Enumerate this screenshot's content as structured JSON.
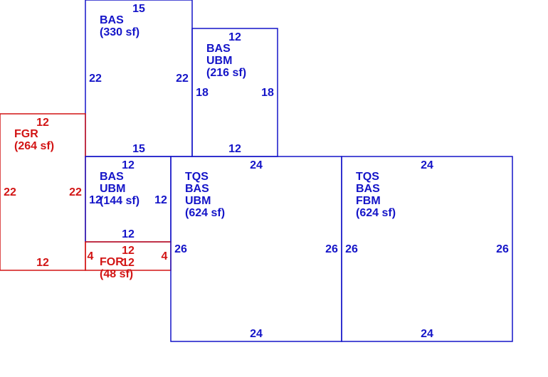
{
  "colors": {
    "blue": "#1414c8",
    "red": "#d21414"
  },
  "rooms": [
    {
      "id": "bas-330",
      "color": "blue",
      "labels": [
        "BAS",
        "(330 sf)"
      ],
      "dims": {
        "top": "15",
        "bottom": "15",
        "left": "22",
        "right": "22"
      }
    },
    {
      "id": "bas-ubm-216",
      "color": "blue",
      "labels": [
        "BAS",
        "UBM",
        "(216 sf)"
      ],
      "dims": {
        "top": "12",
        "bottom": "12",
        "left": "18",
        "right": "18"
      }
    },
    {
      "id": "fgr-264",
      "color": "red",
      "labels": [
        "FGR",
        "(264 sf)"
      ],
      "dims": {
        "top": "12",
        "bottom": "12",
        "left": "22",
        "right": "22"
      }
    },
    {
      "id": "bas-ubm-144",
      "color": "blue",
      "labels": [
        "BAS",
        "UBM",
        "(144 sf)"
      ],
      "dims": {
        "top": "12",
        "bottom": "12",
        "left": "12",
        "right": "12"
      }
    },
    {
      "id": "for-48",
      "color": "red",
      "labels": [
        "FOR",
        "(48 sf)"
      ],
      "dims": {
        "top": "12",
        "bottom": "12",
        "left": "4",
        "right": "4"
      }
    },
    {
      "id": "tqs-bas-ubm-624",
      "color": "blue",
      "labels": [
        "TQS",
        "BAS",
        "UBM",
        "(624 sf)"
      ],
      "dims": {
        "top": "24",
        "bottom": "24",
        "left": "26",
        "right": "26"
      }
    },
    {
      "id": "tqs-bas-fbm-624",
      "color": "blue",
      "labels": [
        "TQS",
        "BAS",
        "FBM",
        "(624 sf)"
      ],
      "dims": {
        "top": "24",
        "bottom": "24",
        "left": "26",
        "right": "26"
      }
    }
  ]
}
